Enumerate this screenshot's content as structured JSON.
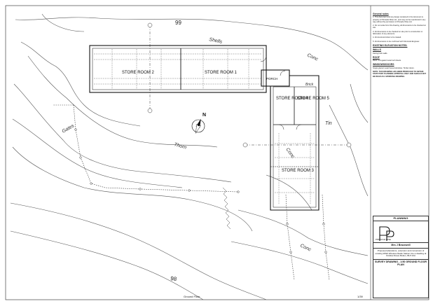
{
  "drawing": {
    "rooms": {
      "store1": "STORE ROOM 1",
      "store2": "STORE ROOM 2",
      "store3": "STORE ROOM 3",
      "store4": "STORE ROOM 4",
      "store5": "STORE ROOM 5",
      "porch": "PORCH"
    },
    "terrain_labels": {
      "shells": "Shells",
      "conc_top": "Conc",
      "conc_mid": "Conc",
      "conc_bottom": "Conc",
      "brick": "Brick",
      "tin": "Tin",
      "gates": "Gates",
      "thorn": "Thorn",
      "contour_99": "99",
      "contour_98": "98",
      "north": "N"
    },
    "ground_floor_note": "Ground Floor",
    "page_number": "1/39"
  },
  "notes": {
    "general_heading": "General notes",
    "general_items": [
      "1. This document and any design contained in the document is property of Pinnacle Wise Ltd., and may not be reproduced in any way without the permission of Pinnacle Wise Ltd.",
      "2. Do not scale from this drawing, all dimensions to be checked on site.",
      "3. All dimensions to be checked on site prior to construction or fabrication of any elements.",
      "4. All structural timber to be treated.",
      "5. All dimensions to be confirmed with Structural Engineer."
    ],
    "elevation_heading": "EXISTING ELEVATION NOTES:",
    "walls_heading": "WALLS",
    "walls_text": "Facing brick walls.",
    "roof_heading": "ROOF",
    "roof_text": "Black corrugated metal roof sheets.",
    "windows_heading": "WINDOWS/DOORS",
    "windows_text": "Single glazed metal framed windows. Timber doors.",
    "warning_text": "NOTE: THIS DRAWING HAS BEEN PRODUCED TO OBTAIN STATUTORY PLANNING APPROVAL ONLY AND SHOULD NOT BE READ AS A WORKING DRAWING."
  },
  "title_block": {
    "stage": "PLANNING",
    "company": "PINNACLE WISE",
    "client": "Mrs J Bracewell",
    "description": "Proposed alterations, extension and conversion of existing WW2 Wireless Radio Station into a dwelling at Findlow Road, Bolton, BL5 3JH",
    "title": "SURVEY DRAWING - 1:50 GROUND FLOOR PLAN"
  }
}
